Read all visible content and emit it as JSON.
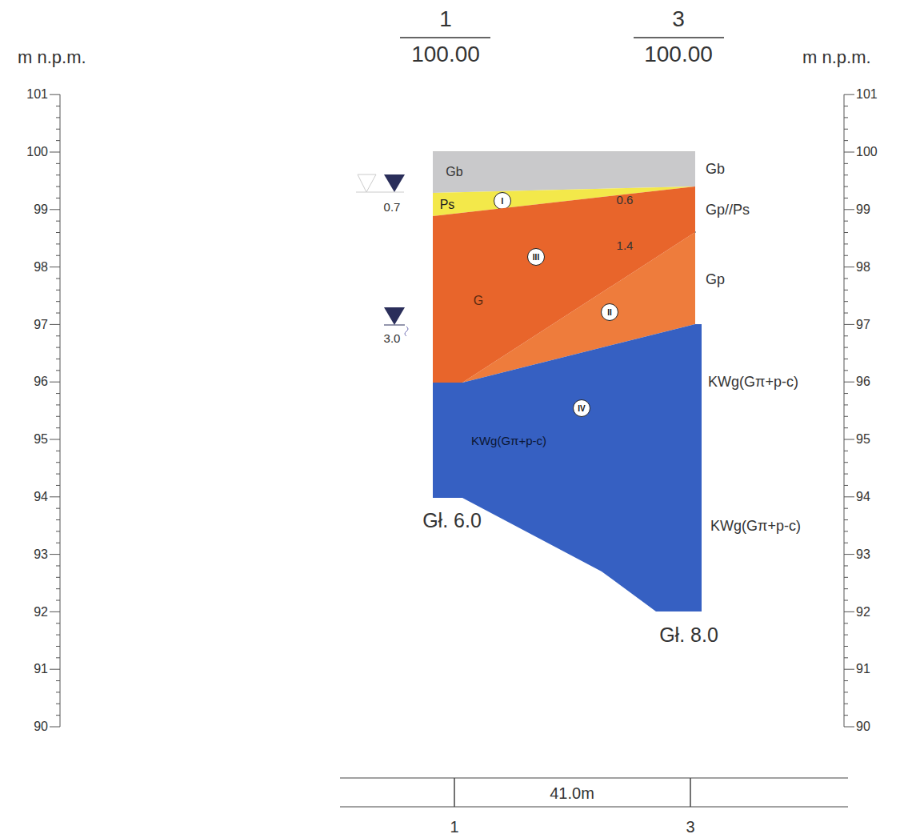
{
  "diagram": {
    "nodes": [
      {
        "text": [
          "Gb"
        ]
      },
      {
        "text": [
          "Ps"
        ]
      },
      {
        "text": [
          "I"
        ],
        "in": 1
      },
      {
        "text": [
          "G"
        ]
      },
      {
        "text": [
          "III"
        ],
        "in": 3
      },
      {
        "text": [
          "II"
        ]
      },
      {
        "text": [
          "KWg(Gπ+p-c)"
        ]
      },
      {
        "text": [
          "IV"
        ],
        "in": 6
      }
    ],
    "labels": [
      "m n.p.m.",
      "m n.p.m.",
      "1",
      "100.00",
      "3",
      "100.00",
      "101",
      "100",
      "99",
      "98",
      "97",
      "96",
      "95",
      "94",
      "93",
      "92",
      "91",
      "90",
      "101",
      "100",
      "99",
      "98",
      "97",
      "96",
      "95",
      "94",
      "93",
      "92",
      "91",
      "90",
      "0.7",
      "3.0",
      "0.6",
      "1.4",
      "Gb",
      "Gp//Ps",
      "Gp",
      "KWg(Gπ+p-c)",
      "KWg(Gπ+p-c)",
      "Gł. 6.0",
      "Gł. 8.0",
      "41.0m",
      "1",
      "3"
    ]
  }
}
